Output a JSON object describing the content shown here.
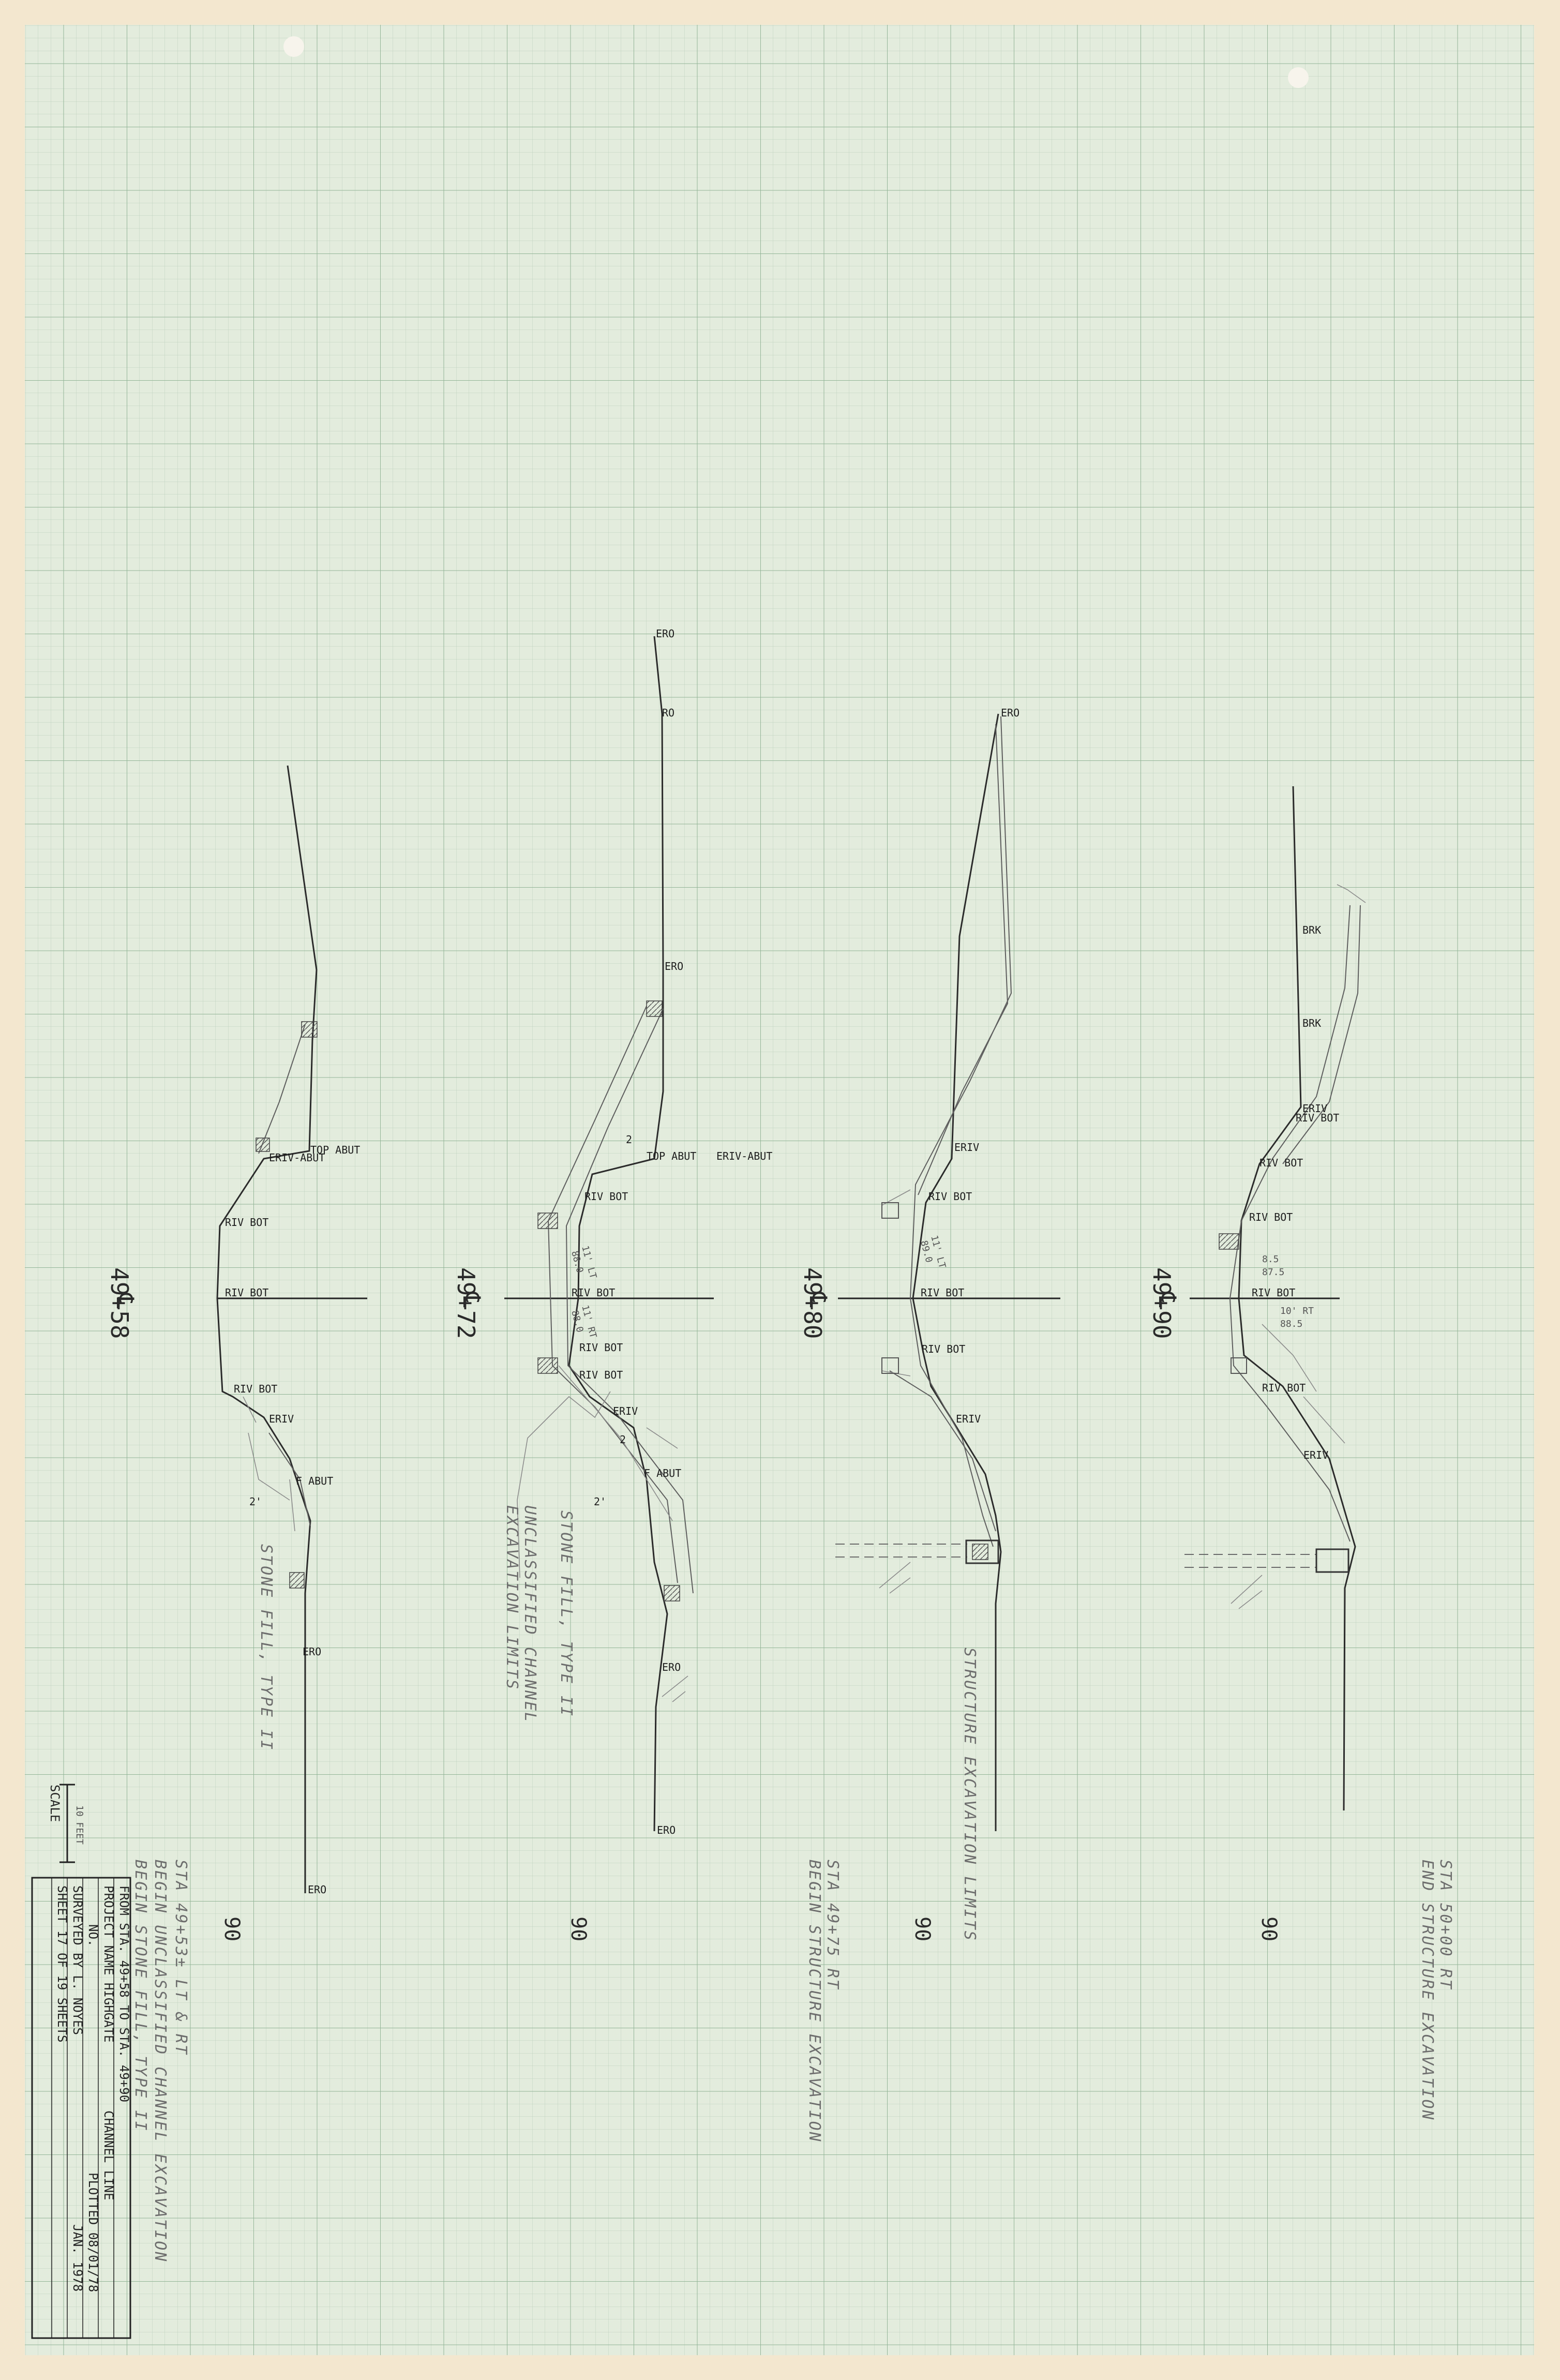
{
  "sections": [
    {
      "station": "49+58",
      "elevation": "90",
      "labels": {
        "top_abut": "TOP ABUT",
        "eriv_abut": "ERIV-ABUT",
        "riv_bot_1": "RIV BOT",
        "riv_bot_2": "RIV BOT",
        "riv_bot_3": "RIV BOT",
        "eriv": "ERIV",
        "f_abut": "F ABUT",
        "ero_1": "ERO",
        "ero_2": "ERO",
        "slope": "2'"
      },
      "notes": {
        "stone_fill": "STONE FILL, TYPE II",
        "sta_note": "STA 49+53± LT & RT",
        "begin_1": "BEGIN UNCLASSIFIED CHANNEL EXCAVATION",
        "begin_2": "BEGIN STONE FILL, TYPE II"
      }
    },
    {
      "station": "49+72",
      "elevation": "90",
      "labels": {
        "ero_top": "ERO",
        "ro": "RO",
        "ero_mid": "ERO",
        "top_abut": "TOP ABUT",
        "eriv_abut": "ERIV-ABUT",
        "riv_bot_1": "RIV BOT",
        "riv_bot_2": "RIV BOT",
        "riv_bot_3": "RIV BOT",
        "riv_bot_4": "RIV BOT",
        "eriv": "ERIV",
        "f_abut": "F ABUT",
        "ero_low": "ERO",
        "ero_bottom": "ERO",
        "dim_1": "11' LT",
        "dim_1b": "88.0",
        "dim_2": "11' RT",
        "dim_2b": "88.0",
        "slope_1": "2",
        "slope_2": "2'",
        "slope_3": "2"
      },
      "notes": {
        "unclass": "UNCLASSIFIED CHANNEL",
        "unclass_2": "EXCAVATION LIMITS",
        "stone_fill": "STONE FILL, TYPE II"
      }
    },
    {
      "station": "49+80",
      "elevation": "90",
      "labels": {
        "ero": "ERO",
        "eriv_1": "ERIV",
        "riv_bot_1": "RIV BOT",
        "riv_bot_2": "RIV BOT",
        "riv_bot_3": "RIV BOT",
        "eriv_2": "ERIV",
        "dim": "11' LT",
        "dim_b": "89.0"
      },
      "notes": {
        "structure": "STRUCTURE EXCAVATION LIMITS",
        "sta_note": "STA 49+75 RT",
        "begin": "BEGIN STRUCTURE EXCAVATION"
      }
    },
    {
      "station": "49+90",
      "elevation": "90",
      "labels": {
        "brk_1": "BRK",
        "brk_2": "BRK",
        "eriv_1": "ERIV",
        "riv_bot_1": "RIV BOT",
        "riv_bot_2": "RIV BOT",
        "riv_bot_3": "RIV BOT",
        "riv_bot_4": "RIV BOT",
        "riv_bot_5": "RIV BOT",
        "eriv_2": "ERIV",
        "dim_a": "8.5",
        "dim_b": "87.5",
        "dim_c": "10' RT",
        "dim_d": "88.5"
      },
      "notes": {
        "sta_note": "STA 50+00 RT",
        "end": "END STRUCTURE EXCAVATION"
      }
    }
  ],
  "scale": {
    "label": "SCALE",
    "value": "10 FEET"
  },
  "title_block": {
    "line1": "FROM STA. 49+58   TO STA. 49+90",
    "line2": "PROJECT NAME  HIGHGATE",
    "line2b": "CHANNEL LINE",
    "line3": "NO.",
    "line3b": "PLOTTED 08/01/78",
    "line4": "SURVEYED BY  L. NOYES",
    "line4b": "JAN. 1978",
    "line5": "SHEET 17 OF 19 SHEETS"
  },
  "colors": {
    "paper": "#e3ecdd",
    "grid_minor": "#b9cdb9",
    "grid_major": "#8fb293",
    "margin": "#f3e7cf"
  }
}
